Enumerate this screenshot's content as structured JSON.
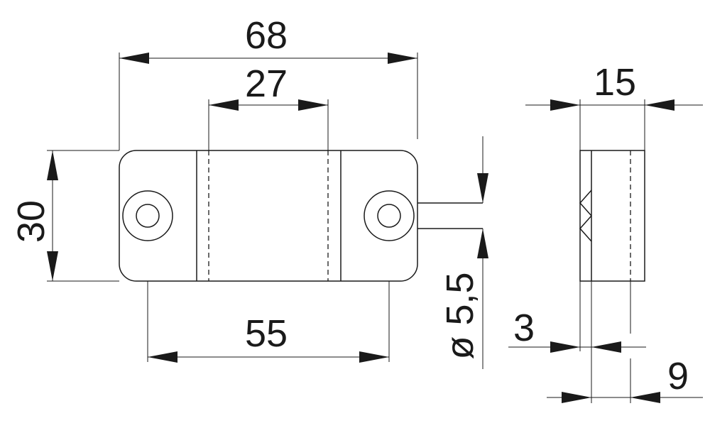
{
  "dimensions": {
    "overall_length": "68",
    "center_width": "27",
    "height": "30",
    "hole_spacing": "55",
    "hole_diameter": "ø 5,5",
    "side_depth": "15",
    "offset": "3",
    "base": "9"
  },
  "colors": {
    "line": "#1a1a1a",
    "background": "#ffffff"
  }
}
